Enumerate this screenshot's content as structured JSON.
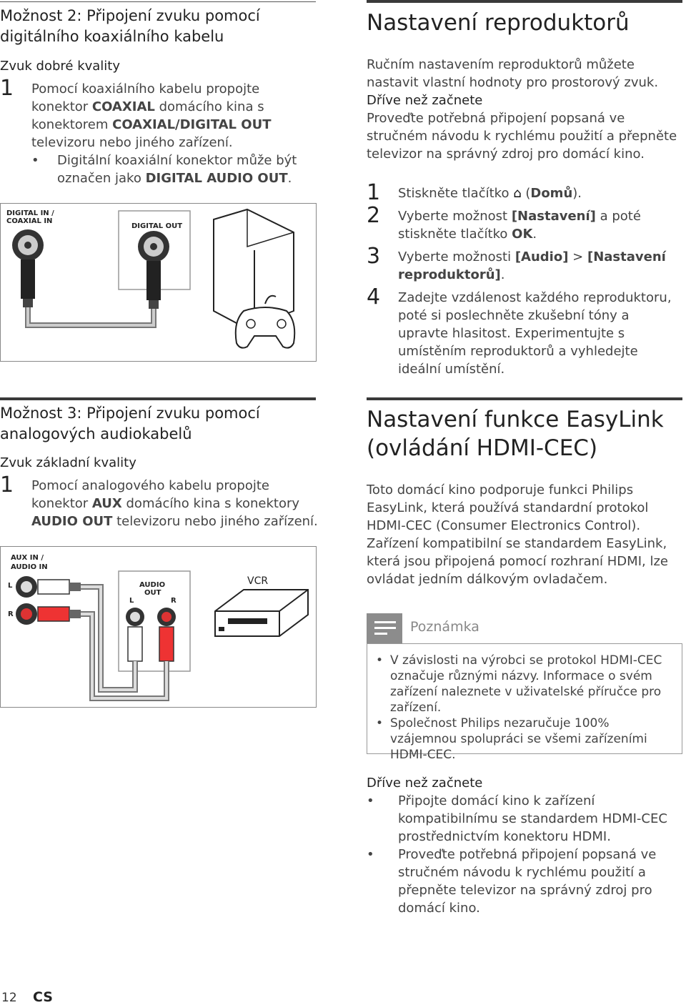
{
  "left_top": {
    "title": "Možnost 2: Připojení zvuku pomocí digitálního koaxiálního kabelu",
    "quality": "Zvuk dobré kvality",
    "step_num": "1",
    "step_parts": [
      "Pomocí koaxiálního kabelu propojte konektor ",
      "COAXIAL",
      " domácího kina s konektorem ",
      "COAXIAL/DIGITAL OUT",
      " televizoru nebo jiného zařízení."
    ],
    "bullet_parts": [
      "Digitální koaxiální konektor může být označen jako ",
      "DIGITAL AUDIO OUT",
      "."
    ],
    "figure": {
      "label_in_1": "DIGITAL IN /",
      "label_in_2": "COAXIAL IN",
      "label_out": "DIGITAL OUT"
    }
  },
  "right_top": {
    "title": "Nastavení reproduktorů",
    "intro": "Ručním nastavením reproduktorů můžete nastavit vlastní hodnoty pro prostorový zvuk.",
    "before_head": "Dříve než začnete",
    "before_text": "Proveďte potřebná připojení popsaná ve stručném návodu k rychlému použití a přepněte televizor na správný zdroj pro domácí kino.",
    "steps": [
      {
        "num": "1",
        "parts": [
          "Stiskněte tlačítko ",
          "⌂",
          " (",
          "Domů",
          ")."
        ]
      },
      {
        "num": "2",
        "parts": [
          "Vyberte možnost ",
          "[Nastavení]",
          " a poté stiskněte tlačítko ",
          "OK",
          "."
        ]
      },
      {
        "num": "3",
        "parts": [
          "Vyberte možnosti ",
          "[Audio]",
          " > ",
          "[Nastavení reproduktorů]",
          "."
        ]
      },
      {
        "num": "4",
        "parts": [
          "Zadejte vzdálenost každého reproduktoru, poté si poslechněte zkušební tóny a upravte hlasitost. Experimentujte s umístěním reproduktorů a vyhledejte ideální umístění."
        ]
      }
    ]
  },
  "left_bottom": {
    "title": "Možnost 3: Připojení zvuku pomocí analogových audiokabelů",
    "quality": "Zvuk základní kvality",
    "step_num": "1",
    "step_parts": [
      "Pomocí analogového kabelu propojte konektor ",
      "AUX",
      " domácího kina s konektory ",
      "AUDIO OUT",
      " televizoru nebo jiného zařízení."
    ],
    "figure": {
      "label_in_1": "AUX IN /",
      "label_in_2": "AUDIO IN",
      "label_l": "L",
      "label_r": "R",
      "label_out_1": "AUDIO",
      "label_out_2": "OUT",
      "label_out_l": "L",
      "label_out_r": "R",
      "vcr": "VCR"
    }
  },
  "right_bottom": {
    "title": "Nastavení funkce EasyLink (ovládání HDMI-CEC)",
    "intro": "Toto domácí kino podporuje funkci Philips EasyLink, která používá standardní protokol HDMI-CEC (Consumer Electronics Control). Zařízení kompatibilní se standardem EasyLink, která jsou připojená pomocí rozhraní HDMI, lze ovládat jedním dálkovým ovladačem.",
    "note_title": "Poznámka",
    "note_items": [
      "V závislosti na výrobci se protokol HDMI-CEC označuje různými názvy. Informace o svém zařízení naleznete v uživatelské příručce pro zařízení.",
      "Společnost Philips nezaručuje 100% vzájemnou spolupráci se všemi zařízeními HDMI-CEC."
    ],
    "before_head": "Dříve než začnete",
    "before_items": [
      "Připojte domácí kino k zařízení kompatibilnímu se standardem HDMI-CEC prostřednictvím konektoru HDMI.",
      "Proveďte potřebná připojení popsaná ve stručném návodu k rychlému použití a přepněte televizor na správný zdroj pro domácí kino."
    ]
  },
  "footer": {
    "page": "12",
    "lang": "CS"
  }
}
